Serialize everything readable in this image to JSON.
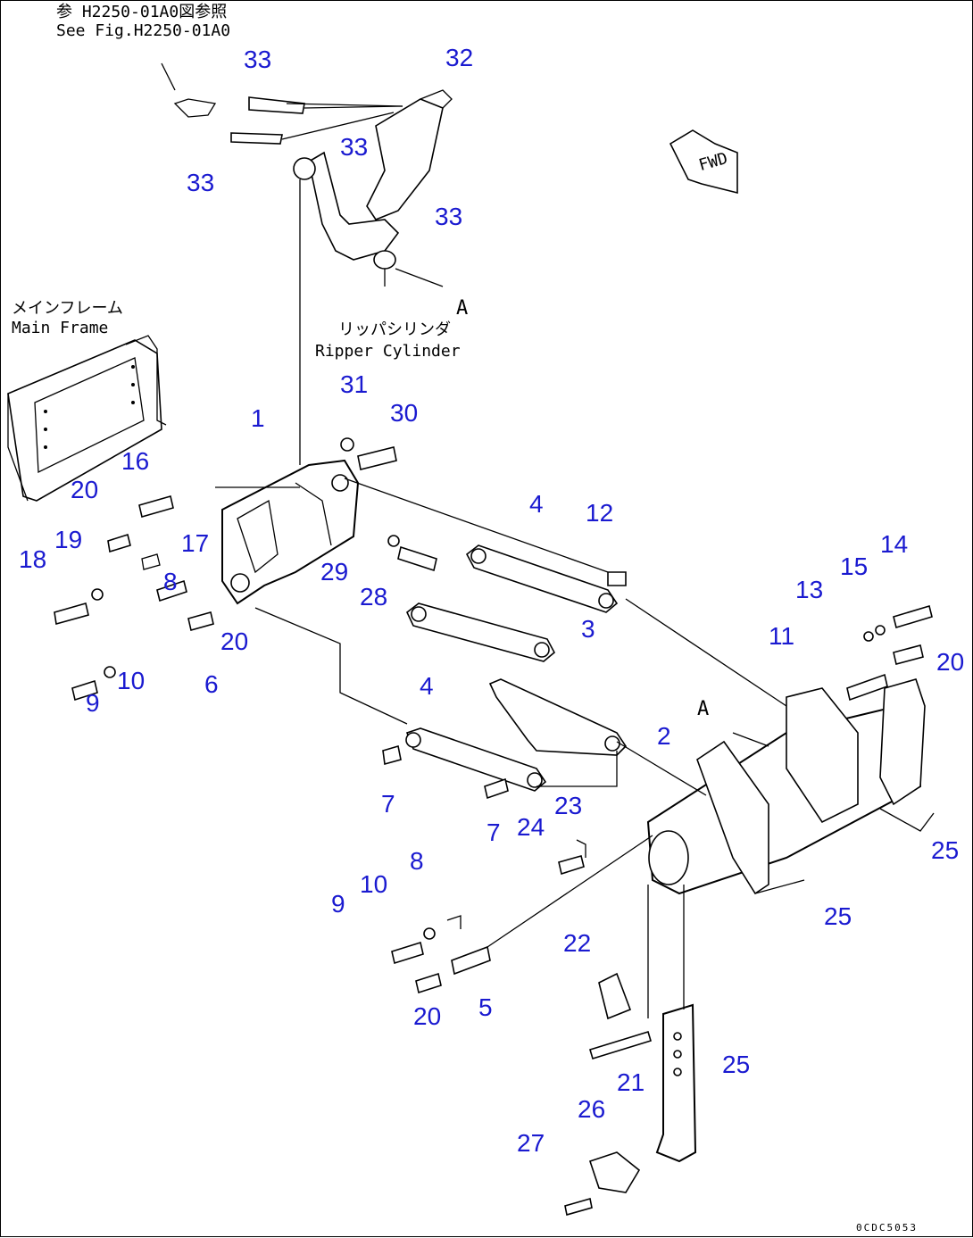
{
  "notes": {
    "ref_jp": "参 H2250-01A0図参照",
    "ref_en": "See Fig.H2250-01A0",
    "main_frame_jp": "メインフレーム",
    "main_frame_en": "Main Frame",
    "ripper_cyl_jp": "リッパシリンダ",
    "ripper_cyl_en": "Ripper Cylinder",
    "fwd": "FWD",
    "pointer_a": "A",
    "pointer_a2": "A",
    "code": "0CDC5053"
  },
  "callouts": [
    {
      "text": "33"
    },
    {
      "text": "32"
    },
    {
      "text": "33"
    },
    {
      "text": "33"
    },
    {
      "text": "33"
    },
    {
      "text": "31"
    },
    {
      "text": "30"
    },
    {
      "text": "1"
    },
    {
      "text": "16"
    },
    {
      "text": "20"
    },
    {
      "text": "19"
    },
    {
      "text": "17"
    },
    {
      "text": "18"
    },
    {
      "text": "8"
    },
    {
      "text": "29"
    },
    {
      "text": "28"
    },
    {
      "text": "4"
    },
    {
      "text": "12"
    },
    {
      "text": "14"
    },
    {
      "text": "15"
    },
    {
      "text": "13"
    },
    {
      "text": "11"
    },
    {
      "text": "20"
    },
    {
      "text": "20"
    },
    {
      "text": "10"
    },
    {
      "text": "9"
    },
    {
      "text": "6"
    },
    {
      "text": "4"
    },
    {
      "text": "3"
    },
    {
      "text": "2"
    },
    {
      "text": "7"
    },
    {
      "text": "7"
    },
    {
      "text": "24"
    },
    {
      "text": "23"
    },
    {
      "text": "25"
    },
    {
      "text": "25"
    },
    {
      "text": "8"
    },
    {
      "text": "10"
    },
    {
      "text": "9"
    },
    {
      "text": "22"
    },
    {
      "text": "20"
    },
    {
      "text": "5"
    },
    {
      "text": "25"
    },
    {
      "text": "21"
    },
    {
      "text": "26"
    },
    {
      "text": "27"
    }
  ],
  "colors": {
    "callout": "#1a1ad0",
    "line": "#000000"
  }
}
